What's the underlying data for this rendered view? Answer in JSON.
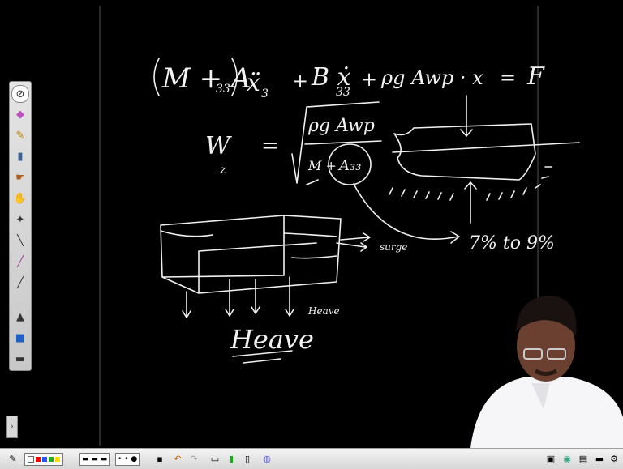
{
  "board": {
    "equation_lhs": "(M + A₃₃) ẍ₃ + B ẋ₃₃ + ρg Awp · x = F",
    "omega_label": "W",
    "omega_sub": "z",
    "equals": "=",
    "frac_num": "ρg Awp",
    "frac_den_m": "M +",
    "frac_den_a": "A₃₃",
    "percent_note": "7% to 9%",
    "surge_label": "surge",
    "heave_small": "Heave",
    "heave_big": "Heave"
  },
  "toolbar": {
    "tools": [
      "pointer-icon",
      "eraser-icon",
      "pen-icon",
      "highlighter-icon",
      "hand-icon",
      "grab-icon",
      "laser-icon",
      "line-icon",
      "marker-icon",
      "rule-icon",
      "shape-icon",
      "screen-icon",
      "keyboard-icon"
    ]
  },
  "taskbar": {
    "colors": [
      "#ffffff",
      "#ff0000",
      "#2255ff",
      "#22aa22",
      "#ffdd00"
    ],
    "clock": ""
  }
}
